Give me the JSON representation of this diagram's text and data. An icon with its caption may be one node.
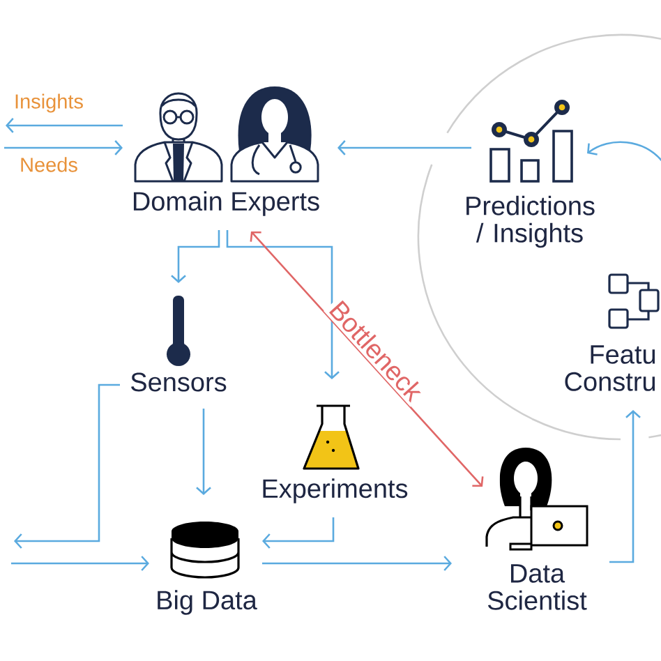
{
  "diagram": {
    "nodes": [
      {
        "text": [
          "Domain Experts"
        ]
      },
      {
        "text": [],
        "shape": "circle"
      },
      {
        "text": [
          "Predictions / Insights"
        ],
        "in": 1
      },
      {
        "text": [
          "Featu Constru"
        ],
        "in": 1
      },
      {
        "text": [
          "Sensors"
        ]
      },
      {
        "text": [
          "Experiments"
        ]
      },
      {
        "text": [
          "Big Data"
        ]
      },
      {
        "text": [
          "Data Scientist"
        ]
      }
    ],
    "edges": [
      {
        "from": 0,
        "to": null,
        "arrow": "to",
        "label": "Insights"
      },
      {
        "from": null,
        "to": 0,
        "arrow": "to",
        "label": "Needs"
      },
      {
        "from": 2,
        "to": 0,
        "arrow": "to"
      },
      {
        "from": null,
        "to": 2,
        "arrow": "to"
      },
      {
        "from": 0,
        "to": 4,
        "arrow": "to"
      },
      {
        "from": 0,
        "to": 5,
        "arrow": "to"
      },
      {
        "from": 0,
        "to": 7,
        "arrow": "both",
        "label": "Bottleneck",
        "color": "#e06666"
      },
      {
        "from": 4,
        "to": 6,
        "arrow": "to"
      },
      {
        "from": 5,
        "to": 6,
        "arrow": "to"
      },
      {
        "from": 4,
        "to": null,
        "arrow": "to"
      },
      {
        "from": null,
        "to": 6,
        "arrow": "to"
      },
      {
        "from": 6,
        "to": 7,
        "arrow": "to"
      },
      {
        "from": 7,
        "to": 3,
        "arrow": "to"
      }
    ]
  }
}
